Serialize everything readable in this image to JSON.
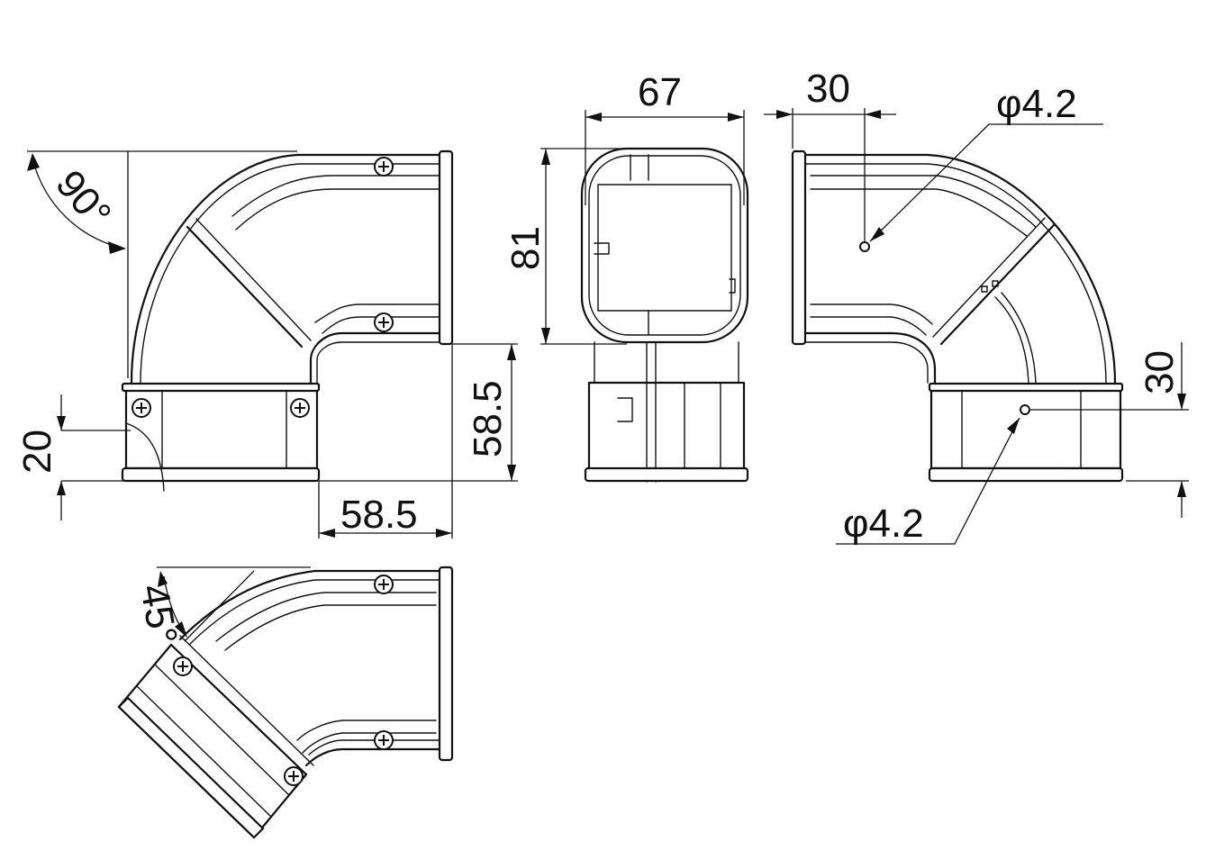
{
  "dimensions": {
    "angle_90": "90°",
    "angle_45": "45°",
    "offset_20": "20",
    "height_58_5": "58.5",
    "width_58_5": "58.5",
    "width_67": "67",
    "height_81": "81",
    "offset_30_top": "30",
    "offset_30_right": "30",
    "hole_top": "φ4.2",
    "hole_bottom": "φ4.2"
  }
}
